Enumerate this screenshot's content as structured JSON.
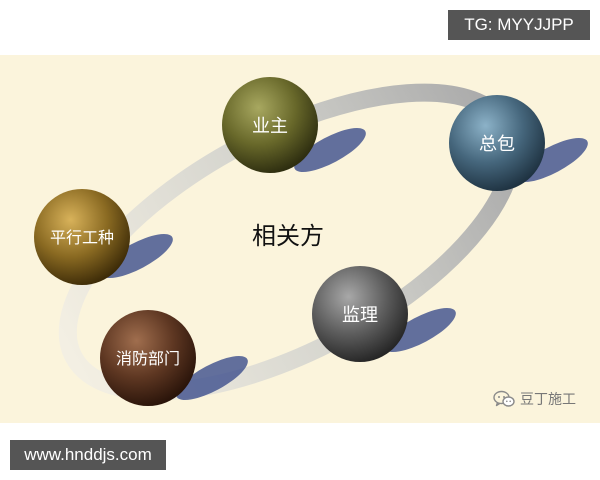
{
  "watermarks": {
    "top": "TG: MYYJJPP",
    "bottom": "www.hnddjs.com"
  },
  "diagram": {
    "center_label": "相关方",
    "nodes": [
      {
        "key": "owner",
        "label": "业主",
        "color": "#68682a"
      },
      {
        "key": "general",
        "label": "总包",
        "color": "#46677d"
      },
      {
        "key": "parallel",
        "label": "平行工种",
        "color": "#8a6a22"
      },
      {
        "key": "supervision",
        "label": "监理",
        "color": "#5e5e5e"
      },
      {
        "key": "fire",
        "label": "消防部门",
        "color": "#5e3722"
      }
    ]
  },
  "brand": {
    "label": "豆丁施工",
    "icon": "wechat-icon"
  }
}
